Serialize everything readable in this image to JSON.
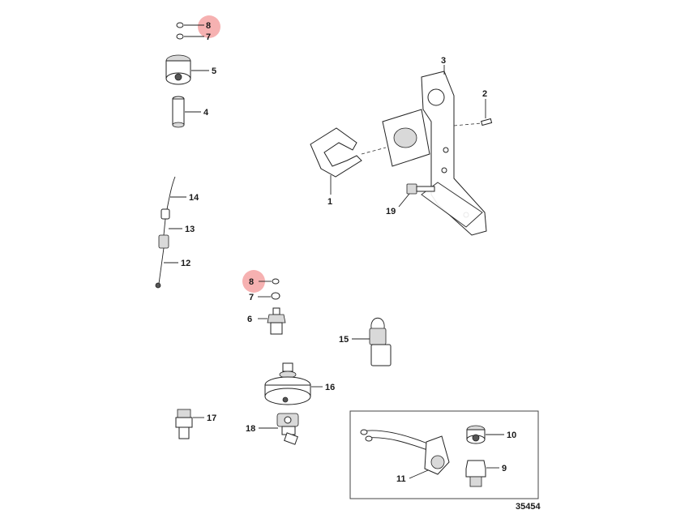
{
  "diagram": {
    "reference_number": "35454",
    "highlight_color": "#f4a3a3",
    "callouts": {
      "c1": "1",
      "c2": "2",
      "c3": "3",
      "c4": "4",
      "c5": "5",
      "c6": "6",
      "c7a": "7",
      "c7b": "7",
      "c8a": "8",
      "c8b": "8",
      "c9": "9",
      "c10": "10",
      "c11": "11",
      "c12": "12",
      "c13": "13",
      "c14": "14",
      "c15": "15",
      "c16": "16",
      "c17": "17",
      "c18": "18",
      "c19": "19"
    }
  }
}
